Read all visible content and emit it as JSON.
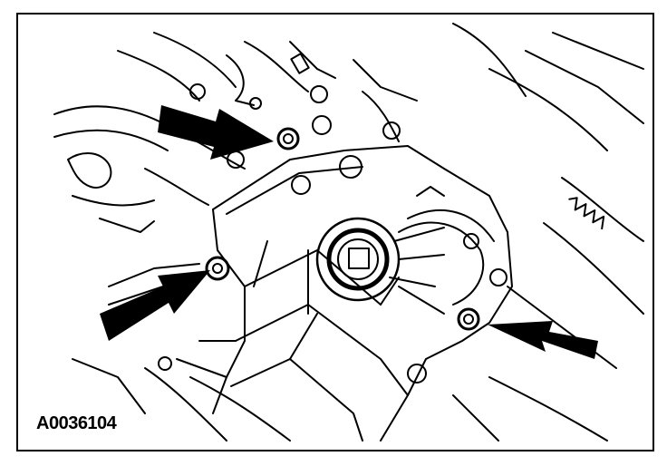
{
  "figure": {
    "id_label": "A0036104",
    "ink_color": "#000000",
    "paper_color": "#ffffff"
  },
  "callouts": [
    {
      "name": "arrow-upper-bolt",
      "icon": "arrow-right-icon"
    },
    {
      "name": "arrow-left-bolt",
      "icon": "arrow-up-right-icon"
    },
    {
      "name": "arrow-right-bolt",
      "icon": "arrow-left-icon"
    }
  ]
}
